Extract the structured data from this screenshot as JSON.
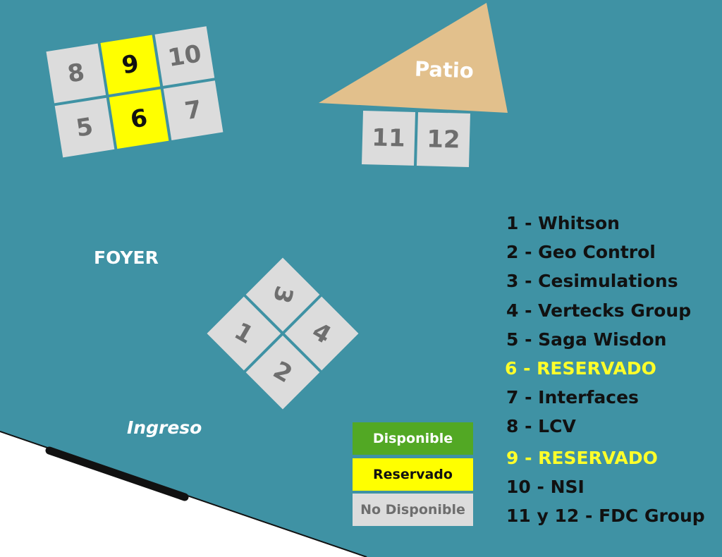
{
  "colors": {
    "background": "#3f92a4",
    "available": "#52a824",
    "reserved": "#ffff00",
    "unavailable": "#dcdcdc",
    "patio": "#e2c08c"
  },
  "areas": {
    "patio": "Patio",
    "foyer": "FOYER",
    "entrance": "Ingreso"
  },
  "booths": [
    {
      "number": "1",
      "status": "unavailable"
    },
    {
      "number": "2",
      "status": "unavailable"
    },
    {
      "number": "3",
      "status": "unavailable"
    },
    {
      "number": "4",
      "status": "unavailable"
    },
    {
      "number": "5",
      "status": "unavailable"
    },
    {
      "number": "6",
      "status": "reserved"
    },
    {
      "number": "7",
      "status": "unavailable"
    },
    {
      "number": "8",
      "status": "unavailable"
    },
    {
      "number": "9",
      "status": "reserved"
    },
    {
      "number": "10",
      "status": "unavailable"
    },
    {
      "number": "11",
      "status": "unavailable"
    },
    {
      "number": "12",
      "status": "unavailable"
    }
  ],
  "exhibitors": [
    "1 - Whitson",
    "2 - Geo Control",
    "3 - Cesimulations",
    "4 - Vertecks Group",
    "5 - Saga Wisdon",
    "6 - RESERVADO",
    "7 - Interfaces",
    "8 - LCV",
    "9 - RESERVADO",
    "10 - NSI",
    "11 y 12 - FDC Group"
  ],
  "key": {
    "available": "Disponible",
    "reserved": "Reservado",
    "unavailable": "No Disponible"
  }
}
